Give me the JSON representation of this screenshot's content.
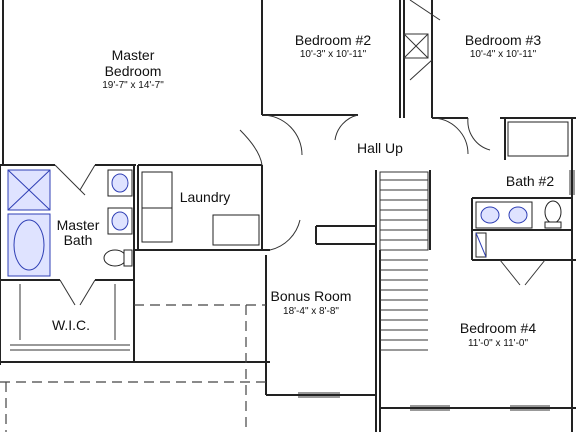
{
  "plan": {
    "rooms": [
      {
        "id": "master-bedroom",
        "name_line1": "Master",
        "name_line2": "Bedroom",
        "dims": "19'-7\" x 14'-7\""
      },
      {
        "id": "bedroom-2",
        "name": "Bedroom #2",
        "dims": "10'-3\" x 10'-11\""
      },
      {
        "id": "bedroom-3",
        "name": "Bedroom #3",
        "dims": "10'-4\" x 10'-11\""
      },
      {
        "id": "hall-up",
        "name": "Hall Up"
      },
      {
        "id": "laundry",
        "name": "Laundry"
      },
      {
        "id": "master-bath",
        "name_line1": "Master",
        "name_line2": "Bath"
      },
      {
        "id": "bath-2",
        "name": "Bath #2"
      },
      {
        "id": "wic",
        "name": "W.I.C."
      },
      {
        "id": "bonus-room",
        "name": "Bonus Room",
        "dims": "18'-4\" x 8'-8\""
      },
      {
        "id": "bedroom-4",
        "name": "Bedroom #4",
        "dims": "11'-0\" x 11'-0\""
      }
    ],
    "colors": {
      "walls": "#222222",
      "plumbing_fixtures": "#2f3fb5",
      "background": "#ffffff"
    }
  }
}
